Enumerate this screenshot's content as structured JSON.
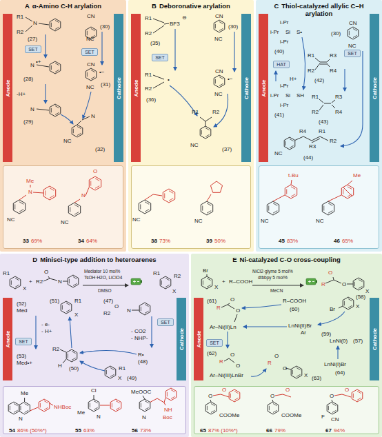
{
  "diagram": {
    "nodes": [
      {
        "text": [
          "A",
          "α-Amino C-H arylation"
        ]
      },
      {
        "text": [
          "Anode"
        ],
        "in": 0
      },
      {
        "text": [
          "Cathode"
        ],
        "in": 0
      },
      {
        "text": [
          "SET"
        ],
        "in": 0
      },
      {
        "text": [
          "SET"
        ],
        "in": 0
      },
      {
        "text": [
          "33",
          "69%",
          "34",
          "64%"
        ],
        "in": 0
      },
      {
        "text": [
          "B",
          "Deboronative arylation"
        ]
      },
      {
        "text": [
          "Anode"
        ],
        "in": 6
      },
      {
        "text": [
          "Cathode"
        ],
        "in": 6
      },
      {
        "text": [
          "SET"
        ],
        "in": 6
      },
      {
        "text": [
          "38",
          "73%",
          "39",
          "50%"
        ],
        "in": 6
      },
      {
        "text": [
          "C",
          "Thiol-catalyzed allylic C–H arylation"
        ]
      },
      {
        "text": [
          "Anode"
        ],
        "in": 11
      },
      {
        "text": [
          "Cathode"
        ],
        "in": 11
      },
      {
        "text": [
          "SET"
        ],
        "in": 11
      },
      {
        "text": [
          "HAT"
        ],
        "in": 11
      },
      {
        "text": [
          "45",
          "83%",
          "46",
          "65%"
        ],
        "in": 11
      },
      {
        "text": [
          "D",
          "Minisci-type addition to heteroarenes"
        ]
      },
      {
        "text": [
          "Anode"
        ],
        "in": 17
      },
      {
        "text": [
          "Cathode"
        ],
        "in": 17
      },
      {
        "text": [
          "SET"
        ],
        "in": 17
      },
      {
        "text": [
          "SET"
        ],
        "in": 17
      },
      {
        "text": [
          "54",
          "86% (50%*)",
          "55",
          "63%",
          "56",
          "73%"
        ],
        "in": 17
      },
      {
        "text": [
          "E",
          "Ni-catalyzed C-O cross-coupling"
        ]
      },
      {
        "text": [
          "Anode"
        ],
        "in": 23
      },
      {
        "text": [
          "Cathode"
        ],
        "in": 23
      },
      {
        "text": [
          "SET"
        ],
        "in": 23
      },
      {
        "text": [
          "65",
          "87% (10%*)",
          "66",
          "79%",
          "67",
          "94%"
        ],
        "in": 23
      }
    ],
    "labels": [
      "R1",
      "N",
      "R2",
      "(27)",
      "CN",
      "NC",
      "(30)",
      "N",
      "•+",
      "(28)",
      "CN",
      "NC",
      "•−",
      "(31)",
      "-H+",
      "N",
      "(29)",
      "N",
      "NC",
      "(32)",
      "NC",
      "N",
      "Me",
      "NC",
      "N",
      "O",
      "R1",
      "R2",
      "BF3",
      "⊖",
      "(35)",
      "CN",
      "NC",
      "(30)",
      "R1",
      "R2",
      "•",
      "(36)",
      "CN",
      "NC",
      "•−",
      "R1",
      "R2",
      "NC",
      "(37)",
      "NC",
      "NC",
      "i-Pr",
      "i-Pr",
      "Si",
      "S•",
      "i-Pr",
      "(40)",
      "CN",
      "NC",
      "(30)",
      "R1",
      "R3",
      "R2",
      "R4",
      "(42)",
      "H+",
      "i-Pr",
      "i-Pr",
      "Si",
      "SH",
      "i-Pr",
      "(41)",
      "R1",
      "R3",
      "R2",
      "R4",
      "(43)",
      "R4",
      "R3",
      "R1",
      "R2",
      "NC",
      "(44)",
      "NC",
      "t-Bu",
      "NC",
      "Me",
      "R1",
      "X",
      "+",
      "R2",
      "O",
      "N",
      "Mediator 10 mol%",
      "TsOH·H2O, LiClO4",
      "DMSO",
      "R1",
      "R2",
      "X",
      "(52)",
      "Med",
      "(51)",
      "R1",
      "X",
      "- e-",
      "- H+",
      "(53)",
      "Med•+",
      "(47)",
      "R2",
      "O",
      "N",
      "- CO2",
      "- NHP-",
      "R•",
      "(48)",
      "R2",
      "H",
      "(50)",
      "R1",
      "X",
      "(49)",
      "Me",
      "N",
      "NHBoc",
      "Cl",
      "Me",
      "N",
      "MeOOC",
      "N",
      "NH",
      "Boc",
      "Br",
      "X",
      "+",
      "R–COOH",
      "NiCl2·glyme 5 mol%",
      "dtbbpy 5 mol%",
      "MeCN",
      "R",
      "O",
      "O",
      "X",
      "(61)",
      "R",
      "O",
      "O",
      "Ar–Ni(II)Ln",
      "R–COOH",
      "(60)",
      "Br",
      "X",
      "(58)",
      "LnNi(II)Br",
      "Ar",
      "(59)",
      "LnNi(0)",
      "(57)",
      "(62)",
      "R",
      "O",
      "O",
      "Ar–Ni(III)LnBr",
      "LnNi(I)Br",
      "(64)",
      "R",
      "O",
      "O",
      "X",
      "(63)",
      "O",
      "O",
      "COOMe",
      "O",
      "O",
      "COOMe",
      "F",
      "CN",
      "O",
      "O"
    ]
  }
}
